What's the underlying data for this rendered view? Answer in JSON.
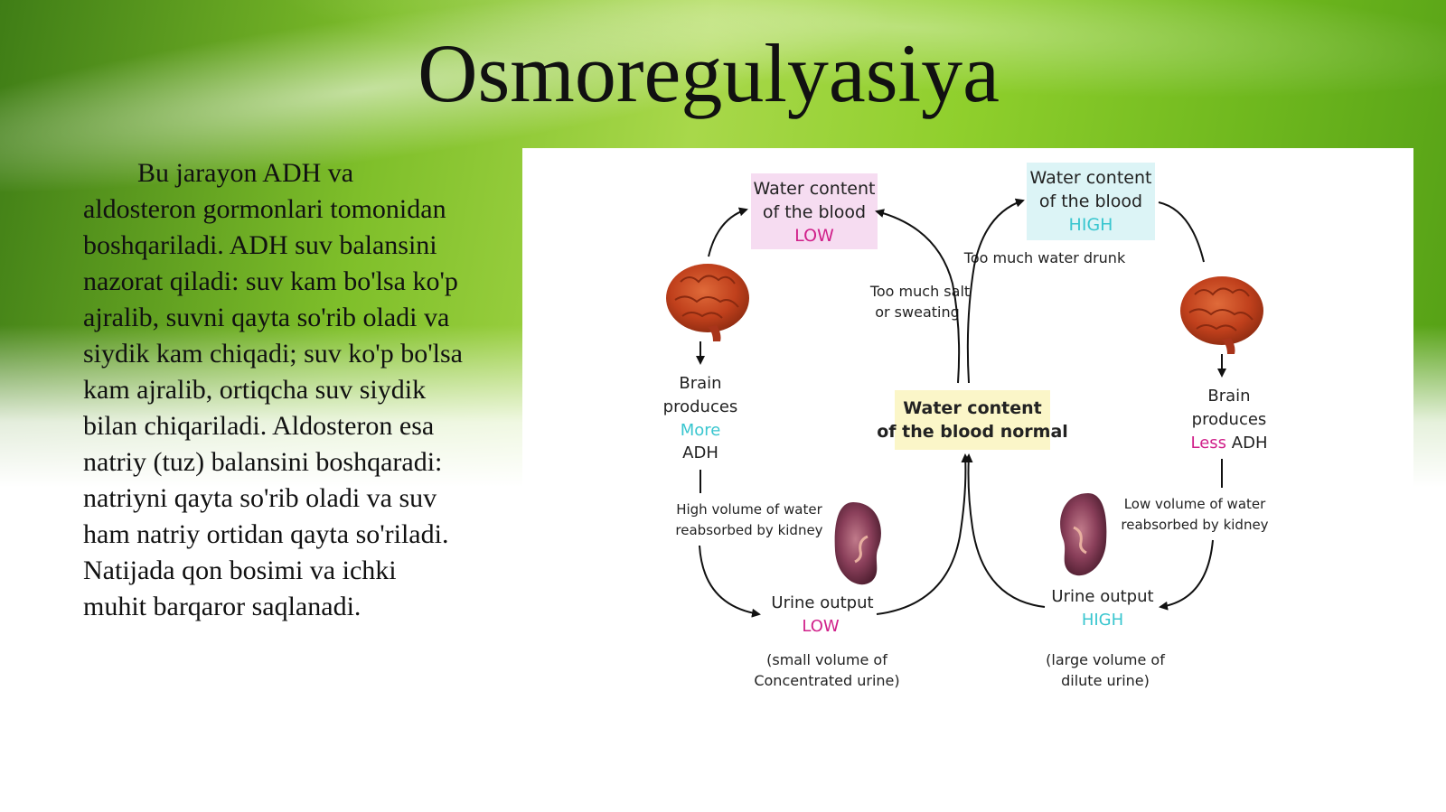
{
  "slide": {
    "title": "Osmoregulyasiya",
    "paragraph": "  Bu jarayon ADH va aldosteron gormonlari tomonidan boshqariladi. ADH suv balansini nazorat qiladi: suv kam bo'lsa ko'p ajralib, suvni qayta so'rib oladi va siydik kam chiqadi; suv ko'p bo'lsa kam ajralib, ortiqcha suv siydik bilan chiqariladi. Aldosteron esa natriy (tuz) balansini boshqaradi: natriyni qayta so'rib oladi va suv ham natriy ortidan qayta so'riladi. Natijada qon bosimi va ichki muhit barqaror saqlanadi."
  },
  "diagram": {
    "low_box": {
      "line1": "Water content",
      "line2": "of the blood",
      "status": "LOW"
    },
    "high_box": {
      "line1": "Water content",
      "line2": "of the blood",
      "status": "HIGH"
    },
    "normal_box": {
      "line1": "Water content",
      "line2": "of the blood normal"
    },
    "salt_label": {
      "line1": "Too much salt",
      "line2": "or sweating"
    },
    "water_drunk_label": "Too much water drunk",
    "brain_more": {
      "line1": "Brain",
      "line2": "produces",
      "amount": "More",
      "hormone": "ADH"
    },
    "brain_less": {
      "line1": "Brain",
      "line2": "produces",
      "amount": "Less",
      "hormone": "ADH"
    },
    "kidney_high": {
      "line1": "High volume of water",
      "line2": "reabsorbed by kidney"
    },
    "kidney_low": {
      "line1": "Low volume of water",
      "line2": "reabsorbed by kidney"
    },
    "urine_low": {
      "line1": "Urine output",
      "status": "LOW",
      "note1": "(small volume of",
      "note2": "Concentrated urine)"
    },
    "urine_high": {
      "line1": "Urine output",
      "status": "HIGH",
      "note1": "(large volume of",
      "note2": "dilute urine)"
    },
    "colors": {
      "low_box_bg": "#f6dcf1",
      "high_box_bg": "#dcf4f6",
      "normal_box_bg": "#fbf6c8",
      "magenta": "#d0208a",
      "cyan": "#39c6cf"
    },
    "icons": [
      "brain-icon",
      "brain-icon",
      "kidney-icon",
      "kidney-icon"
    ]
  }
}
